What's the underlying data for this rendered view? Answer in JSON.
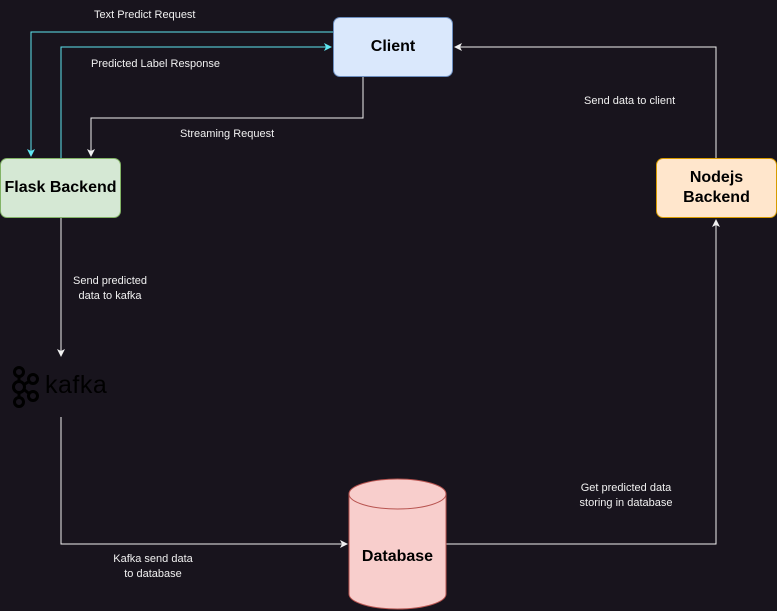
{
  "nodes": {
    "client": "Client",
    "flask": "Flask Backend",
    "nodejs": "Nodejs\nBackend",
    "database": "Database",
    "kafka": "kafka"
  },
  "edges": {
    "text_predict_request": "Text Predict Request",
    "predicted_label_response": "Predicted Label Response",
    "streaming_request": "Streaming Request",
    "send_predicted_kafka_line1": "Send predicted",
    "send_predicted_kafka_line2": "data to kafka",
    "kafka_to_db_line1": "Kafka send data",
    "kafka_to_db_line2": "to database",
    "get_predicted_line1": "Get predicted data",
    "get_predicted_line2": "storing in database",
    "send_to_client": "Send data to client"
  },
  "colors": {
    "background": "#18141d",
    "client_fill": "#dae8fc",
    "flask_fill": "#d5e8d4",
    "nodejs_fill": "#ffe6cc",
    "database_fill": "#f8cecc",
    "cyan_edge": "#5ee6f0",
    "white_edge": "#f0f0f0"
  }
}
